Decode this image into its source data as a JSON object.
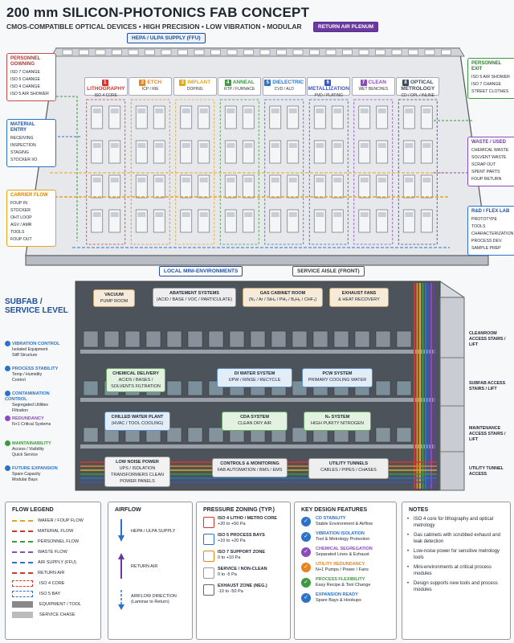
{
  "header": {
    "title": "200 mm SILICON-PHOTONICS FAB CONCEPT",
    "subtitle": "CMOS-COMPATIBLE OPTICAL DEVICES  •  HIGH PRECISION  •  LOW VIBRATION  •  MODULAR"
  },
  "tags": {
    "hepa": "HEPA / ULPA SUPPLY (FFU)",
    "return_plenum": "RETURN AIR PLENUM",
    "mini_env": "LOCAL MINI-ENVIRONMENTS",
    "service_aisle": "SERVICE AISLE (FRONT)"
  },
  "left_boxes": [
    {
      "title": "PERSONNEL GOWNING",
      "items": [
        "ISO 7 CHANGE",
        "ISO 5 CHANGE",
        "ISO 4 CHANGE",
        "ISO 5 AIR SHOWER"
      ]
    },
    {
      "title": "MATERIAL ENTRY",
      "items": [
        "RECEIVING",
        "INSPECTION",
        "STAGING",
        "STOCKER I/O"
      ]
    },
    {
      "title": "CARRIER FLOW",
      "items": [
        "FOUP IN",
        "STOCKER",
        "OHT LOOP",
        "AGV / AMR",
        "TOOLS",
        "FOUP OUT"
      ]
    }
  ],
  "right_boxes": [
    {
      "title": "PERSONNEL EXIT",
      "items": [
        "ISO 5 AIR SHOWER",
        "ISO 7 CHANGE",
        "STREET CLOTHES"
      ]
    },
    {
      "title": "WASTE / USED",
      "items": [
        "CHEMICAL WASTE",
        "SOLVENT WASTE",
        "SCRAP OUT",
        "SPENT PARTS",
        "FOUP RETURN"
      ]
    },
    {
      "title": "R&D / FLEX LAB",
      "items": [
        "PROTOTYPE TOOLS",
        "CHARACTERIZATION",
        "PROCESS DEV.",
        "SAMPLE PREP"
      ]
    }
  ],
  "bays": [
    {
      "num": "1",
      "name": "LITHOGRAPHY",
      "sub": "ISO 4 CORE",
      "color": "#d9342b"
    },
    {
      "num": "2",
      "name": "ETCH",
      "sub": "ICP / RIE",
      "color": "#e8831e"
    },
    {
      "num": "3",
      "name": "IMPLANT",
      "sub": "DOPING",
      "color": "#e0a81c"
    },
    {
      "num": "4",
      "name": "ANNEAL",
      "sub": "RTP / FURNACE",
      "color": "#3b9a3b"
    },
    {
      "num": "5",
      "name": "DIELECTRIC",
      "sub": "CVD / ALD",
      "color": "#2a73c9"
    },
    {
      "num": "6",
      "name": "METALLIZATION",
      "sub": "PVD / PLATING",
      "color": "#3c57b8"
    },
    {
      "num": "7",
      "name": "CLEAN",
      "sub": "WET BENCHES",
      "color": "#8b4bbf"
    },
    {
      "num": "8",
      "name": "OPTICAL METROLOGY",
      "sub": "CD / OPL / INLINE",
      "color": "#3a4a5c"
    }
  ],
  "subfab": {
    "title": "SUBFAB / SERVICE LEVEL",
    "features": [
      {
        "title": "VIBRATION CONTROL",
        "items": [
          "Isolated Equipment",
          "Stiff Structure"
        ],
        "color": "#2a73c9"
      },
      {
        "title": "PROCESS STABILITY",
        "items": [
          "Temp / Humidity",
          "Control"
        ],
        "color": "#2a73c9"
      },
      {
        "title": "CONTAMINATION CONTROL",
        "items": [
          "Segregated Utilities",
          "Filtration"
        ],
        "color": "#2a73c9"
      },
      {
        "title": "REDUNDANCY",
        "items": [
          "N+1 Critical Systems"
        ],
        "color": "#8b4bbf"
      },
      {
        "title": "MAINTAINABILITY",
        "items": [
          "Access / Visibility",
          "Quick Service"
        ],
        "color": "#3b9a3b"
      },
      {
        "title": "FUTURE EXPANSION",
        "items": [
          "Spare Capacity",
          "Modular Bays"
        ],
        "color": "#2a73c9"
      }
    ],
    "systems": [
      {
        "name": "VACUUM",
        "sub": "PUMP ROOM",
        "color": "#c8a06a",
        "bg": "#f6ead8"
      },
      {
        "name": "ABATEMENT SYSTEMS",
        "sub": "(ACID / BASE / VOC / PARTICULATE)",
        "color": "#999",
        "bg": "#eeeeee"
      },
      {
        "name": "GAS CABINET ROOM",
        "sub": "(N₂ / Ar / SiH₄ / PH₃ / B₂H₆ / CHF₃)",
        "color": "#c8a06a",
        "bg": "#f6ead8"
      },
      {
        "name": "EXHAUST FANS",
        "sub": "& HEAT RECOVERY",
        "color": "#c8a06a",
        "bg": "#f6ead8"
      },
      {
        "name": "CHEMICAL DELIVERY",
        "sub": "ACIDS / BASES / SOLVENTS FILTRATION",
        "color": "#6aa86a",
        "bg": "#e3f2e0"
      },
      {
        "name": "DI WATER SYSTEM",
        "sub": "UPW / RINSE / RECYCLE",
        "color": "#5d8fc9",
        "bg": "#e2edf8"
      },
      {
        "name": "PCW SYSTEM",
        "sub": "PRIMARY COOLING WATER",
        "color": "#5d8fc9",
        "bg": "#e2edf8"
      },
      {
        "name": "CHILLED WATER PLANT",
        "sub": "(HVAC / TOOL COOLING)",
        "color": "#5d8fc9",
        "bg": "#e2edf8"
      },
      {
        "name": "CDA SYSTEM",
        "sub": "CLEAN DRY AIR",
        "color": "#6aa86a",
        "bg": "#e3f2e0"
      },
      {
        "name": "N₂ SYSTEM",
        "sub": "HIGH PURITY NITROGEN",
        "color": "#6aa86a",
        "bg": "#e3f2e0"
      },
      {
        "name": "LOW NOISE POWER",
        "sub": "UPS / ISOLATION TRANSFORMERS CLEAN POWER PANELS",
        "color": "#999",
        "bg": "#f2f2f2"
      },
      {
        "name": "CONTROLS & MONITORING",
        "sub": "FAB AUTOMATION / BMS / EMS",
        "color": "#999",
        "bg": "#eeeeee"
      },
      {
        "name": "UTILITY TUNNELS",
        "sub": "CABLES / PIPES / CHASES",
        "color": "#999",
        "bg": "#eeeeee"
      }
    ],
    "right_labels": [
      "CLEANROOM ACCESS STAIRS / LIFT",
      "SUBFAB ACCESS STAIRS / LIFT",
      "MAINTENANCE ACCESS STAIRS / LIFT",
      "UTILITY TUNNEL ACCESS"
    ]
  },
  "flow_legend": {
    "title": "FLOW LEGEND",
    "items": [
      {
        "label": "WAFER / FOUP FLOW",
        "color": "#e8a21e"
      },
      {
        "label": "MATERIAL FLOW",
        "color": "#d9342b"
      },
      {
        "label": "PERSONNEL FLOW",
        "color": "#3b9a3b"
      },
      {
        "label": "WASTE FLOW",
        "color": "#8b4bbf"
      },
      {
        "label": "AIR SUPPLY (FFU)",
        "color": "#2a73c9"
      },
      {
        "label": "RETURN AIR",
        "color": "#d9342b"
      }
    ],
    "zones": [
      {
        "label": "ISO 4 CORE",
        "color": "#d9342b"
      },
      {
        "label": "ISO 5 BAY",
        "color": "#2a73c9"
      },
      {
        "label": "EQUIPMENT / TOOL",
        "color": "#888888"
      },
      {
        "label": "SERVICE CHASE",
        "color": "#bbbbbb"
      }
    ]
  },
  "airflow": {
    "title": "AIRFLOW",
    "items": [
      "HEPA / ULPA SUPPLY",
      "RETURN AIR",
      "AIRFLOW DIRECTION (Laminar to Return)"
    ]
  },
  "pressure": {
    "title": "PRESSURE ZONING (TYP.)",
    "items": [
      {
        "name": "ISO 4 LITHO / METRO CORE",
        "value": "+20 to +50 Pa",
        "color": "#d9342b"
      },
      {
        "name": "ISO 5 PROCESS BAYS",
        "value": "+10 to +20 Pa",
        "color": "#2a73c9"
      },
      {
        "name": "ISO 7 SUPPORT ZONE",
        "value": "0 to +10 Pa",
        "color": "#e8831e"
      },
      {
        "name": "SERVICE / NON-CLEAN",
        "value": "0 to -5 Pa",
        "color": "#999999"
      },
      {
        "name": "EXHAUST ZONE (NEG.)",
        "value": "-10 to -50 Pa",
        "color": "#666666"
      }
    ]
  },
  "features": {
    "title": "KEY DESIGN FEATURES",
    "items": [
      {
        "name": "CD STABILITY",
        "desc": "Stable Environment & Airflow",
        "color": "#2a73c9"
      },
      {
        "name": "VIBRATION ISOLATION",
        "desc": "Tool & Metrology Protection",
        "color": "#2a73c9"
      },
      {
        "name": "CHEMICAL SEGREGATION",
        "desc": "Separated Lines & Exhaust",
        "color": "#8b4bbf"
      },
      {
        "name": "UTILITY REDUNDANCY",
        "desc": "N+1 Pumps / Power / Fans",
        "color": "#e8831e"
      },
      {
        "name": "PROCESS FLEXIBILITY",
        "desc": "Easy Recipe & Tool Change",
        "color": "#3b9a3b"
      },
      {
        "name": "EXPANSION READY",
        "desc": "Spare Bays & Hookups",
        "color": "#2a73c9"
      }
    ]
  },
  "notes": {
    "title": "NOTES",
    "items": [
      "ISO 4 core for lithography and optical metrology",
      "Gas cabinets with scrubbed exhaust and leak detection",
      "Low-noise power for sensitive metrology tools",
      "Mini-environments at critical process modules",
      "Design supports new tools and process modules"
    ]
  }
}
